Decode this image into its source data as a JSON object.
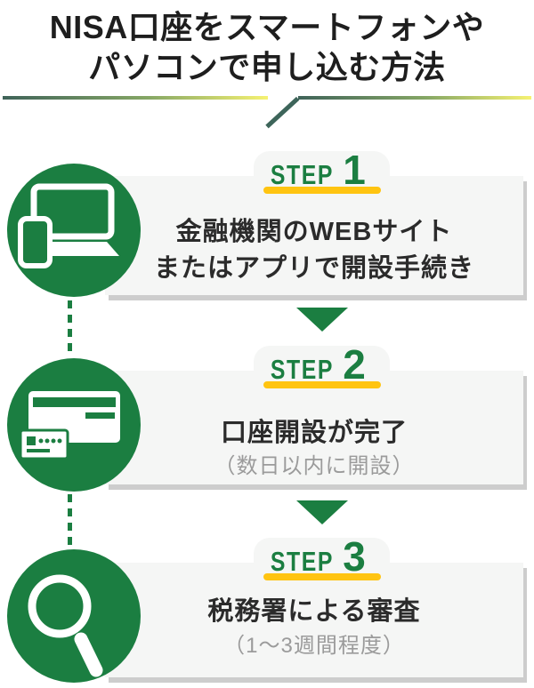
{
  "title": {
    "line1": "NISA口座をスマートフォンや",
    "line2": "パソコンで申し込む方法"
  },
  "steps": [
    {
      "label": "STEP",
      "number": "1",
      "icon": "laptop-smartphone-icon",
      "heading_lines": [
        "金融機関のWEBサイト",
        "またはアプリで開設手続き"
      ],
      "note": ""
    },
    {
      "label": "STEP",
      "number": "2",
      "icon": "bank-card-icon",
      "heading_lines": [
        "口座開設が完了"
      ],
      "note": "（数日以内に開設）"
    },
    {
      "label": "STEP",
      "number": "3",
      "icon": "magnifier-icon",
      "heading_lines": [
        "税務署による審査"
      ],
      "note": "（1〜3週間程度）"
    }
  ],
  "colors": {
    "green": "#1b7e41",
    "yellow": "#ffc411",
    "card_bg": "#f5f6f5",
    "shadow": "#cdcdcd",
    "text_dark": "#2b2b2b",
    "text_gray": "#9b9b9b",
    "divider_gradient_start": "#3f6359",
    "divider_gradient_end": "#f6f272"
  }
}
